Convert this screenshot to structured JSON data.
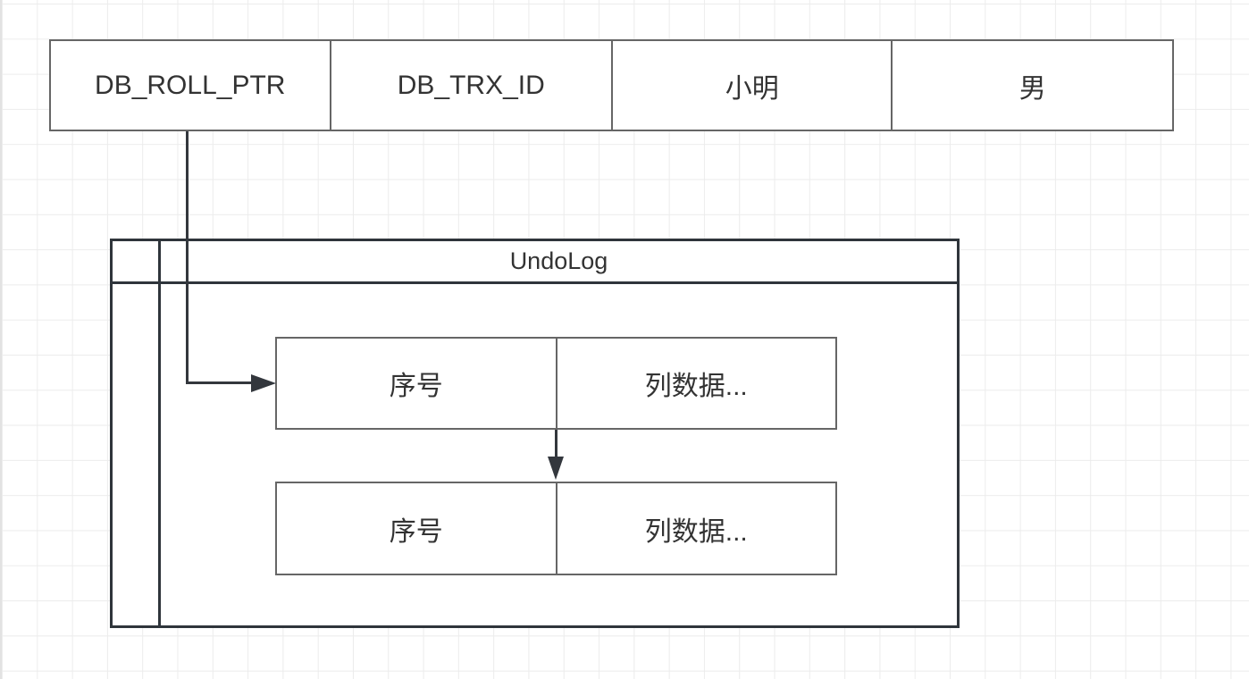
{
  "canvas": {
    "background": "#ffffff",
    "grid_color": "#ececec"
  },
  "colors": {
    "record_border": "#666666",
    "container_border": "#2f353b",
    "arrow": "#33373d",
    "text": "#333333"
  },
  "record_row": {
    "cells": [
      {
        "label": "DB_ROLL_PTR"
      },
      {
        "label": "DB_TRX_ID"
      },
      {
        "label": "小明"
      },
      {
        "label": "男"
      }
    ]
  },
  "undo_log": {
    "title": "UndoLog",
    "entries": [
      {
        "seq": "序号",
        "data": "列数据..."
      },
      {
        "seq": "序号",
        "data": "列数据..."
      }
    ]
  }
}
